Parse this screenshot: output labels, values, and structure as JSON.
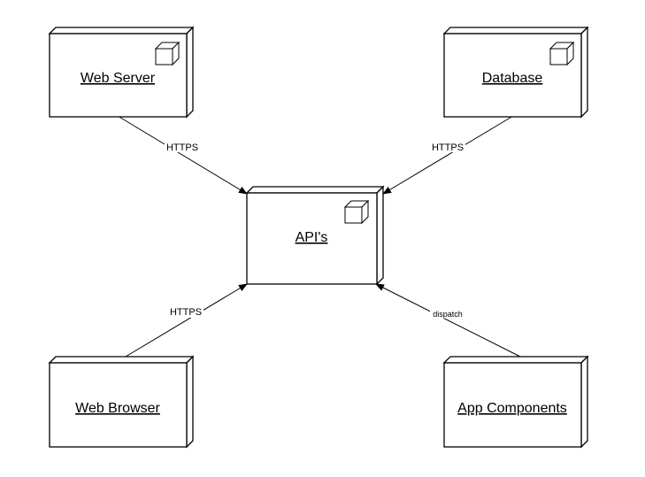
{
  "nodes": {
    "web_server": {
      "label": "Web Server"
    },
    "database": {
      "label": "Database"
    },
    "apis": {
      "label": "API's"
    },
    "web_browser": {
      "label": "Web Browser"
    },
    "app_components": {
      "label": "App Components"
    }
  },
  "edges": {
    "web_server_to_apis": {
      "label": "HTTPS"
    },
    "database_to_apis": {
      "label": "HTTPS"
    },
    "web_browser_to_apis": {
      "label": "HTTPS"
    },
    "app_components_to_apis": {
      "label": "dispatch"
    }
  },
  "colors": {
    "stroke": "#000000",
    "fill": "#ffffff"
  }
}
